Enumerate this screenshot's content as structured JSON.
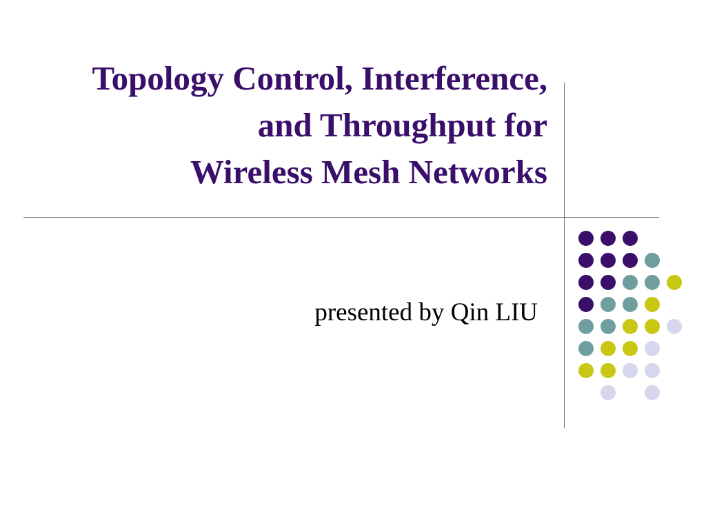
{
  "slide": {
    "title_lines": [
      "Topology Control, Interference,",
      "and Throughput for",
      "Wireless Mesh Networks"
    ],
    "subtitle": "presented by Qin LIU"
  },
  "colors": {
    "title": "#3a0f6a",
    "dot_purple": "#3a0f6a",
    "dot_teal": "#6e9e9e",
    "dot_yellow": "#c8c814",
    "dot_lavender": "#d6d6ec",
    "rule": "#6d6d6d"
  },
  "decoration": {
    "dot_grid": [
      "PPP..",
      "PPPT.",
      "PPTTY",
      "PTTY.",
      "TTYYL",
      "TYYL.",
      "YYLL.",
      ".L.L."
    ]
  }
}
